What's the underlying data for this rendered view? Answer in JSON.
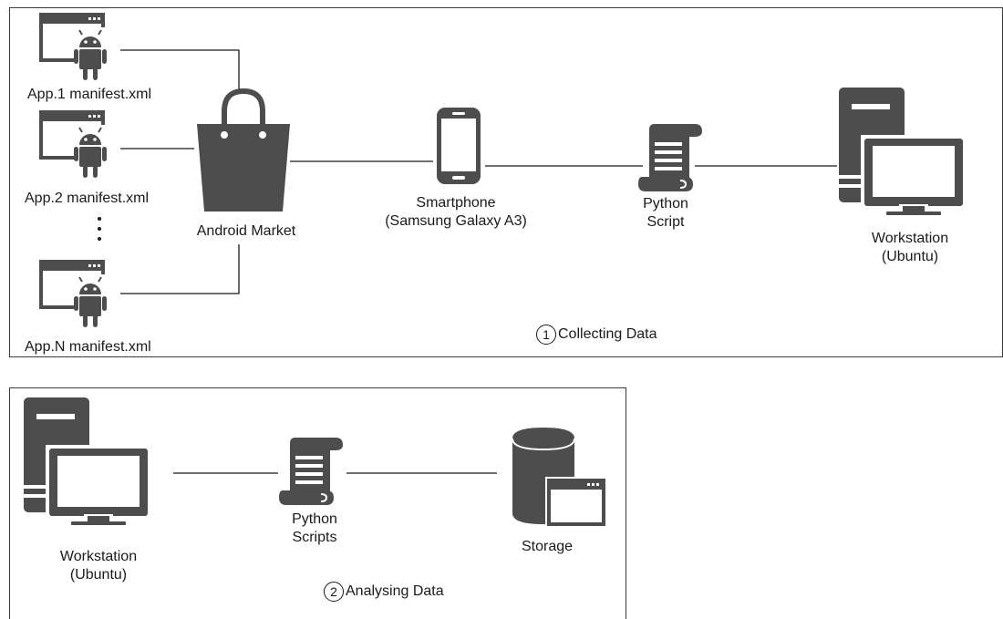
{
  "panel1": {
    "step_number": "1",
    "step_label": "Collecting Data",
    "apps": [
      {
        "label": "App.1 manifest.xml",
        "icon": "android-app-window-icon"
      },
      {
        "label": "App.2 manifest.xml",
        "icon": "android-app-window-icon"
      },
      {
        "label": "App.N manifest.xml",
        "icon": "android-app-window-icon"
      }
    ],
    "market_label": "Android Market",
    "market_icon": "shopping-bag-icon",
    "smartphone_label_1": "Smartphone",
    "smartphone_label_2": "(Samsung Galaxy A3)",
    "smartphone_icon": "smartphone-icon",
    "script_label_1": "Python",
    "script_label_2": "Script",
    "script_icon": "script-scroll-icon",
    "workstation_label_1": "Workstation",
    "workstation_label_2": "(Ubuntu)",
    "workstation_icon": "workstation-icon"
  },
  "panel2": {
    "step_number": "2",
    "step_label": "Analysing Data",
    "workstation_label_1": "Workstation",
    "workstation_label_2": "(Ubuntu)",
    "workstation_icon": "workstation-icon",
    "scripts_label_1": "Python",
    "scripts_label_2": "Scripts",
    "scripts_icon": "script-scroll-icon",
    "storage_label": "Storage",
    "storage_icon": "database-storage-icon"
  },
  "colors": {
    "icon_fill": "#4d4d4d",
    "line": "#1a1a1a",
    "border": "#3a3a3a"
  }
}
